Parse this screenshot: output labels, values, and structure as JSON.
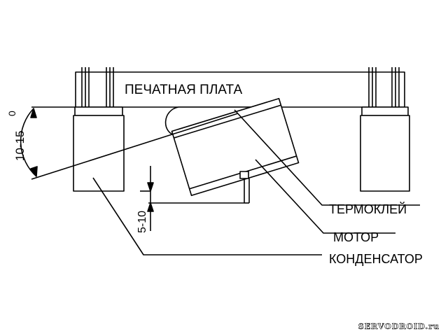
{
  "labels": {
    "pcb": "ПЕЧАТНАЯ ПЛАТА",
    "thermoglue": "ТЕРМОКЛЕЙ",
    "motor": "МОТОР",
    "capacitor": "КОНДЕНСАТОР",
    "angle": "10-15",
    "angle_unit": "0",
    "gap": "5-10"
  },
  "watermark": "SERVODROID.ru"
}
